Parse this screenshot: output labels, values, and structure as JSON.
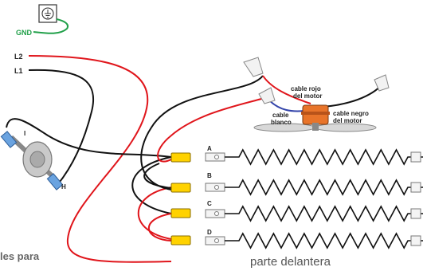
{
  "labels": {
    "gnd": "GND",
    "l2": "L2",
    "l1": "L1",
    "terminal_i": "I",
    "terminal_h": "H",
    "element_a": "A",
    "element_b": "B",
    "element_c": "C",
    "element_d": "D",
    "red_motor_wire": [
      "cable rojo",
      "del motor"
    ],
    "white_wire": [
      "cable",
      "blanco"
    ],
    "black_motor_wire": [
      "cable negro",
      "del motor"
    ],
    "front_side": "parte delantera",
    "cut_caption": "les para"
  },
  "icons": {
    "ground": "ground-symbol-icon",
    "switch": "rotary-switch-icon",
    "motor": "fan-motor-icon",
    "wire_nut": "wire-nut-icon",
    "connector": "spade-connector-icon",
    "heating_coil": "heating-coil-icon"
  },
  "colors": {
    "red_wire": "#e0151b",
    "black_wire": "#111111",
    "green_wire": "#22a04a",
    "blue_wire": "#3344aa",
    "connector_yellow": "#ffd200",
    "connector_blue": "#6aa3e0",
    "motor_orange": "#e8742a"
  }
}
